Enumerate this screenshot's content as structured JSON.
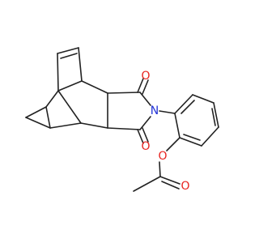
{
  "molecule": {
    "atom_labels": {
      "o_top": "O",
      "o_bottom": "O",
      "n": "N",
      "o_ester": "O",
      "o_carbonyl": "O"
    },
    "colors": {
      "bond": "#222222",
      "oxygen": "#e8231f",
      "nitrogen": "#2233d6",
      "background": "#ffffff"
    }
  }
}
